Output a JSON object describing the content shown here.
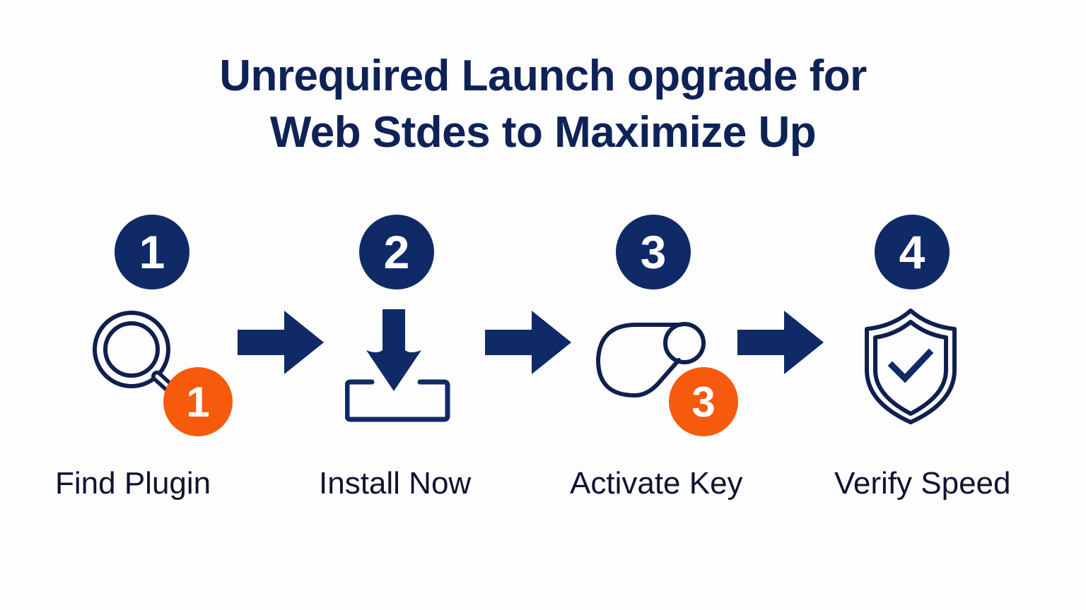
{
  "title": {
    "line1": "Unrequired Launch opgrade for",
    "line2": "Web Stdes to Maximize Up"
  },
  "steps": [
    {
      "number": "1",
      "icon": "magnifier-icon",
      "sub_badge": "1",
      "label": "Find Plugin"
    },
    {
      "number": "2",
      "icon": "download-tray-icon",
      "label": "Install Now"
    },
    {
      "number": "3",
      "icon": "key-fob-icon",
      "sub_badge": "3",
      "label": "Activate Key"
    },
    {
      "number": "4",
      "icon": "shield-check-icon",
      "label": "Verify Speed"
    }
  ],
  "connectors": [
    "arrow-right-icon",
    "arrow-right-icon",
    "arrow-right-icon"
  ],
  "colors": {
    "navy": "#0f2a66",
    "orange": "#f65a0d",
    "background": "#fdfdfd"
  }
}
